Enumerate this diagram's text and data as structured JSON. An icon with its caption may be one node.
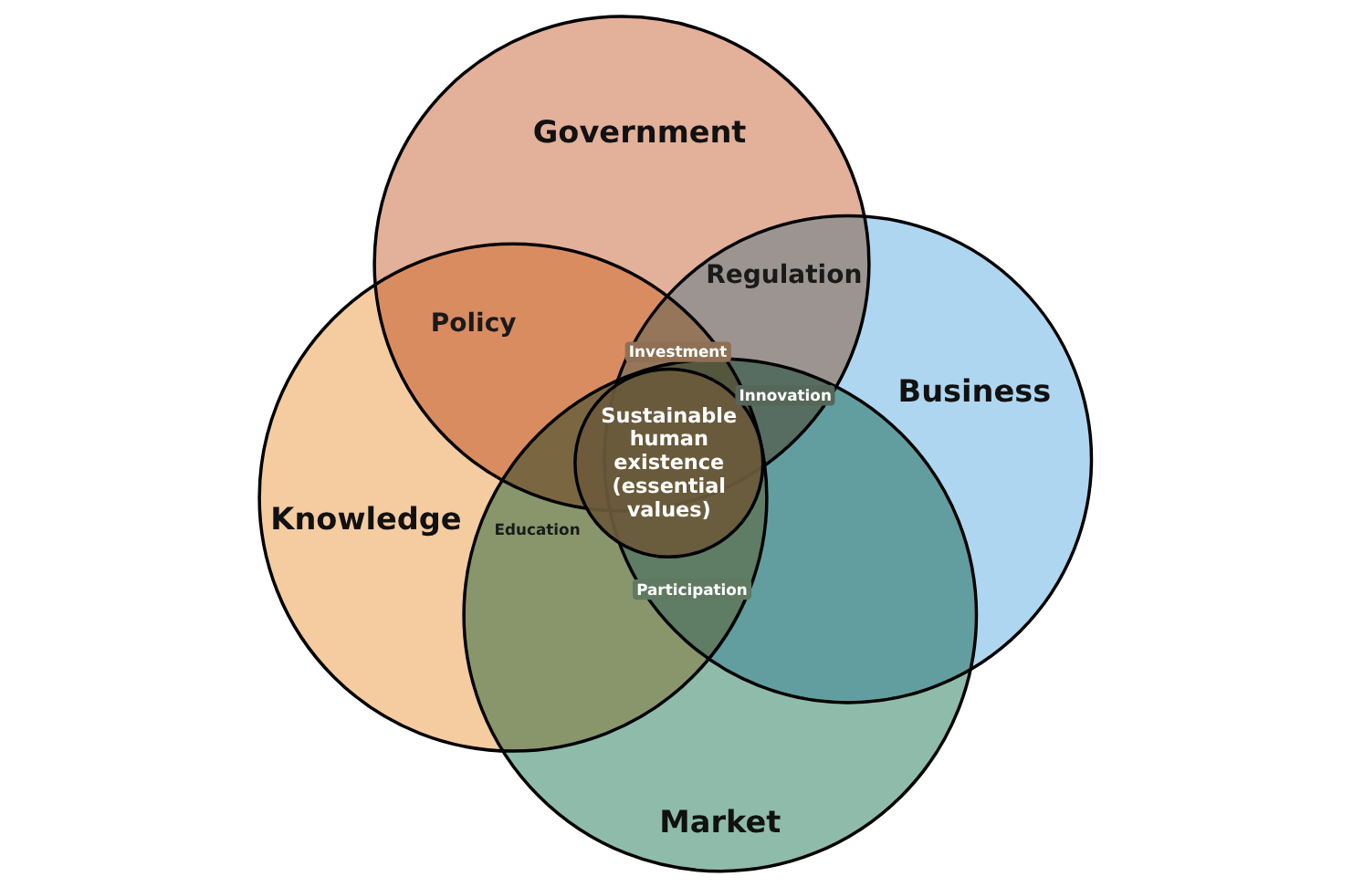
{
  "diagram": {
    "nodes": [
      {
        "text": [
          "Government"
        ]
      },
      {
        "text": [
          "Knowledge"
        ]
      },
      {
        "text": [
          "Business"
        ]
      },
      {
        "text": [
          "Market"
        ]
      },
      {
        "text": [
          "Sustainable human existence (essential values)"
        ]
      }
    ],
    "edges": [],
    "labels": [
      "Policy",
      "Regulation",
      "Investment",
      "Innovation",
      "Education",
      "Participation"
    ]
  }
}
